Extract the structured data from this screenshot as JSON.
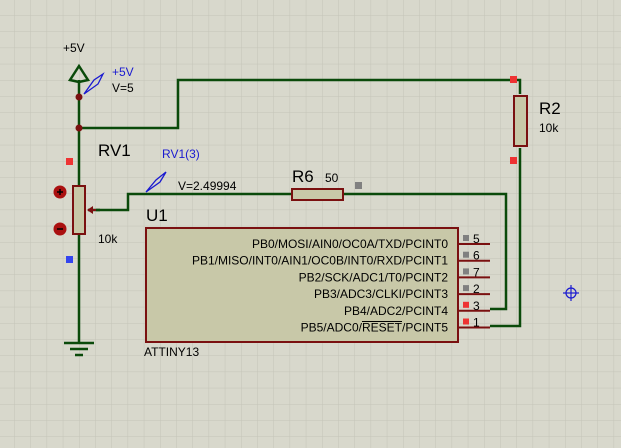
{
  "colors": {
    "background": "#d8d8cc",
    "grid": "#c4c4b8",
    "wire": "#0a4a0a",
    "component_outline": "#7a1010",
    "component_fill": "#c8c8a8",
    "probe": "#1a1ad0",
    "pin_red": "#ee3333",
    "pin_gray": "#808080",
    "pin_blue": "#3344ee"
  },
  "power": {
    "label": "+5V",
    "probe_label": "+5V",
    "probe_value": "V=5"
  },
  "rv1": {
    "ref": "RV1",
    "value": "10k",
    "probe_label": "RV1(3)",
    "probe_value": "V=2.49994"
  },
  "r2": {
    "ref": "R2",
    "value": "10k"
  },
  "r6": {
    "ref": "R6",
    "value": "50"
  },
  "u1": {
    "ref": "U1",
    "part": "ATTINY13",
    "pins": [
      {
        "name": "PB0/MOSI/AIN0/OC0A/TXD/PCINT0",
        "number": "5"
      },
      {
        "name": "PB1/MISO/INT0/AIN1/OC0B/INT0/RXD/PCINT1",
        "number": "6"
      },
      {
        "name": "PB2/SCK/ADC1/T0/PCINT2",
        "number": "7"
      },
      {
        "name": "PB3/ADC3/CLKI/PCINT3",
        "number": "2"
      },
      {
        "name": "PB4/ADC2/PCINT4",
        "number": "3"
      },
      {
        "name": "PB5/ADC0/RESET/PCINT5",
        "number": "1"
      }
    ]
  },
  "icons": {
    "cursor": "crosshair-cursor-icon",
    "ground": "ground-icon",
    "power": "power-terminal-icon",
    "probe": "voltage-probe-icon"
  }
}
